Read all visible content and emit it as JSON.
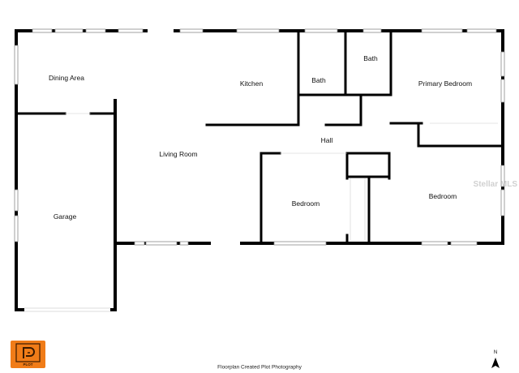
{
  "rooms": {
    "dining_area": "Dining Area",
    "kitchen": "Kitchen",
    "bath_1": "Bath",
    "bath_2": "Bath",
    "primary_bedroom": "Primary Bedroom",
    "living_room": "Living Room",
    "hall": "Hall",
    "garage": "Garage",
    "bedroom_1": "Bedroom",
    "bedroom_2": "Bedroom"
  },
  "logo": {
    "text": "PLOT",
    "color": "#f07c18"
  },
  "caption": "Floorplan Created Plot Photography",
  "watermark": "Stellar MLS",
  "compass": {
    "label": "N",
    "icon": "north-arrow-icon"
  },
  "colors": {
    "wall": "#000000",
    "background": "#ffffff"
  }
}
